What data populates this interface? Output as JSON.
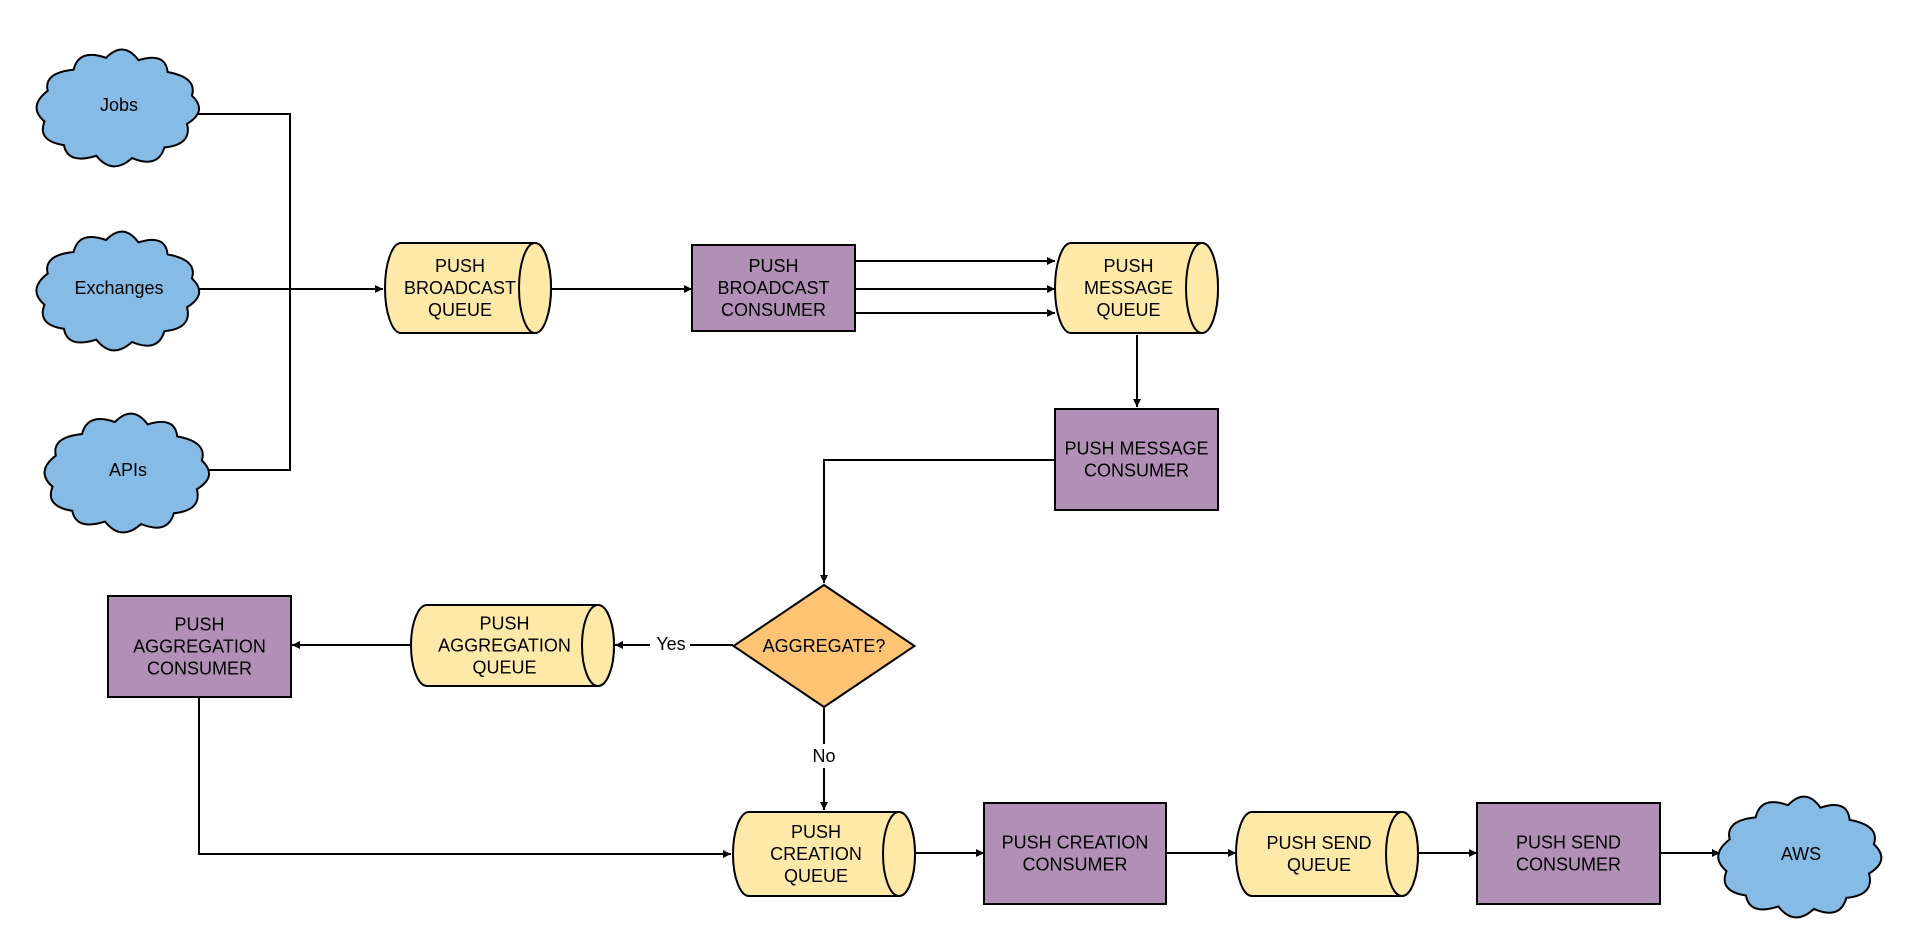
{
  "nodes": {
    "jobs": {
      "label": [
        "Jobs"
      ]
    },
    "exchanges": {
      "label": [
        "Exchanges"
      ]
    },
    "apis": {
      "label": [
        "APIs"
      ]
    },
    "broadcast_queue": {
      "label": [
        "PUSH",
        "BROADCAST",
        "QUEUE"
      ]
    },
    "broadcast_consumer": {
      "label": [
        "PUSH",
        "BROADCAST",
        "CONSUMER"
      ]
    },
    "message_queue": {
      "label": [
        "PUSH",
        "MESSAGE",
        "QUEUE"
      ]
    },
    "message_consumer": {
      "label": [
        "PUSH MESSAGE",
        "CONSUMER"
      ]
    },
    "aggregate_decision": {
      "label": [
        "AGGREGATE?"
      ]
    },
    "aggregation_queue": {
      "label": [
        "PUSH",
        "AGGREGATION",
        "QUEUE"
      ]
    },
    "aggregation_consumer": {
      "label": [
        "PUSH",
        "AGGREGATION",
        "CONSUMER"
      ]
    },
    "creation_queue": {
      "label": [
        "PUSH",
        "CREATION",
        "QUEUE"
      ]
    },
    "creation_consumer": {
      "label": [
        "PUSH CREATION",
        "CONSUMER"
      ]
    },
    "send_queue": {
      "label": [
        "PUSH SEND",
        "QUEUE"
      ]
    },
    "send_consumer": {
      "label": [
        "PUSH SEND",
        "CONSUMER"
      ]
    },
    "aws": {
      "label": [
        "AWS"
      ]
    }
  },
  "edges": {
    "yes_label": "Yes",
    "no_label": "No"
  },
  "colors": {
    "cloud": "#85BBE5",
    "queue": "#FFE9A8",
    "consumer": "#B18FB6",
    "decision": "#FFC374",
    "stroke": "#000000"
  }
}
